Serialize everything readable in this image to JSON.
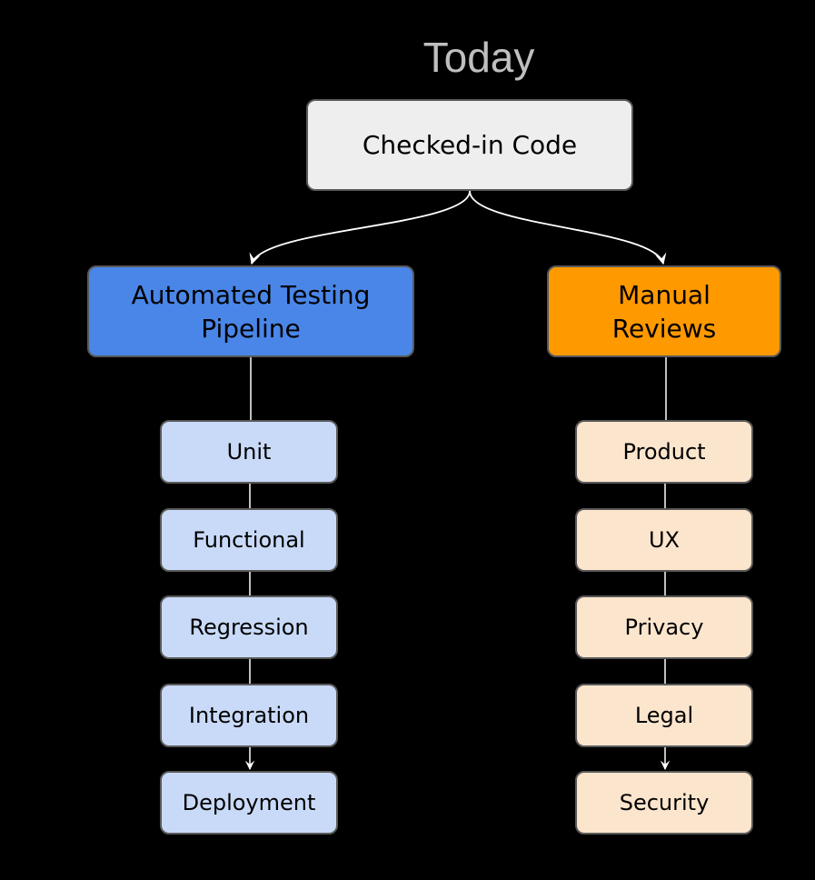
{
  "title": "Today",
  "root": "Checked-in Code",
  "automated": {
    "label": "Automated Testing Pipeline",
    "steps": [
      "Unit",
      "Functional",
      "Regression",
      "Integration",
      "Deployment"
    ]
  },
  "manual": {
    "label": "Manual Reviews",
    "steps": [
      "Product",
      "UX",
      "Privacy",
      "Legal",
      "Security"
    ]
  },
  "colors": {
    "background": "#000000",
    "root_fill": "#eeeeee",
    "automated_fill": "#4a86e8",
    "automated_step_fill": "#c9daf8",
    "manual_fill": "#ff9900",
    "manual_step_fill": "#fce5cd",
    "connector": "#ffffff"
  }
}
